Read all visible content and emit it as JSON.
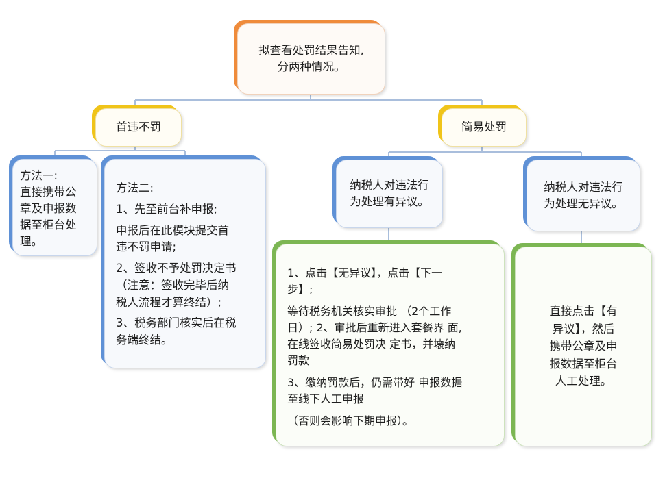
{
  "root": {
    "line1": "拟查看处罚结果告知,",
    "line2": "分两种情况。"
  },
  "branch_left": {
    "title": "首违不罚"
  },
  "branch_right": {
    "title": "简易处罚"
  },
  "method1": {
    "lines": [
      "方法一:",
      "直接携带公",
      "章及申报数",
      "据至柜台处",
      "理。"
    ]
  },
  "method2": {
    "title": "方法二:",
    "step1": "1、先至前台补申报;",
    "step1_detail": [
      "申报后在此模块提交首",
      "违不罚申请;"
    ],
    "step2": [
      "2、签收不予处罚决定书",
      "（注意：签收完毕后纳",
      "税人流程才算终结）;"
    ],
    "step3": [
      "3、税务部门核实后在税",
      "务端终结。"
    ]
  },
  "objection_yes": {
    "lines": [
      "纳税人对违法行",
      "为处理有异议。"
    ]
  },
  "objection_no": {
    "lines": [
      "纳税人对违法行",
      "为处理无异议。"
    ]
  },
  "simple_steps": {
    "step1": [
      "1、点击【无异议】，点击【下一",
      "步】;"
    ],
    "step2": [
      "等待税务机关核实审批 （2个工作",
      "日）; 2、审批后重新进入套餐界 面,",
      "在线签收简易处罚决 定书，并壊纳",
      "罚款"
    ],
    "step3": [
      "3、缴纳罚款后，仍需带好 申报数据",
      "至线下人工申报"
    ],
    "note": "（否则会影响下期申报）。"
  },
  "direct_counter": {
    "lines": [
      "直接点击【有",
      "异议】，然后",
      "携带公章及申",
      "报数据至柜台",
      "人工处理。"
    ]
  },
  "colors": {
    "root_accent": "#ef8b3b",
    "branch_accent": "#f0c419",
    "node_accent": "#5f91d6",
    "leaf_accent": "#7cb653",
    "connector": "#9fb6d8"
  }
}
